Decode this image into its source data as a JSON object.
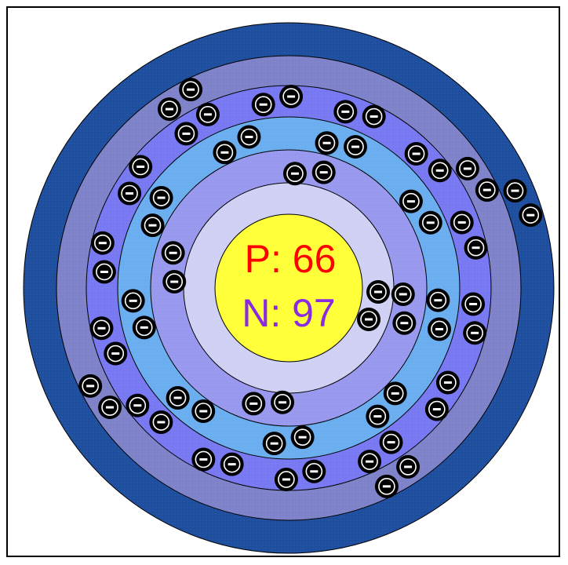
{
  "nucleus": {
    "protons_label": "P: 66",
    "neutrons_label": "N: 97",
    "protons": 66,
    "neutrons": 97,
    "fill": "#ffff3a",
    "protons_color": "#ff0000",
    "neutrons_color": "#8a2be2"
  },
  "shells": [
    {
      "electrons": 2,
      "fill": "#d0d0f4"
    },
    {
      "electrons": 8,
      "fill": "#9898ee"
    },
    {
      "electrons": 18,
      "fill": "#6aaef0"
    },
    {
      "electrons": 28,
      "fill": "#7878f2"
    },
    {
      "electrons": 8,
      "fill": "#7e82c8"
    },
    {
      "electrons": 2,
      "fill": "#1e4e9e"
    }
  ],
  "electron": {
    "fill": "#000000",
    "sign": "–",
    "sign_color": "#ffffff"
  }
}
